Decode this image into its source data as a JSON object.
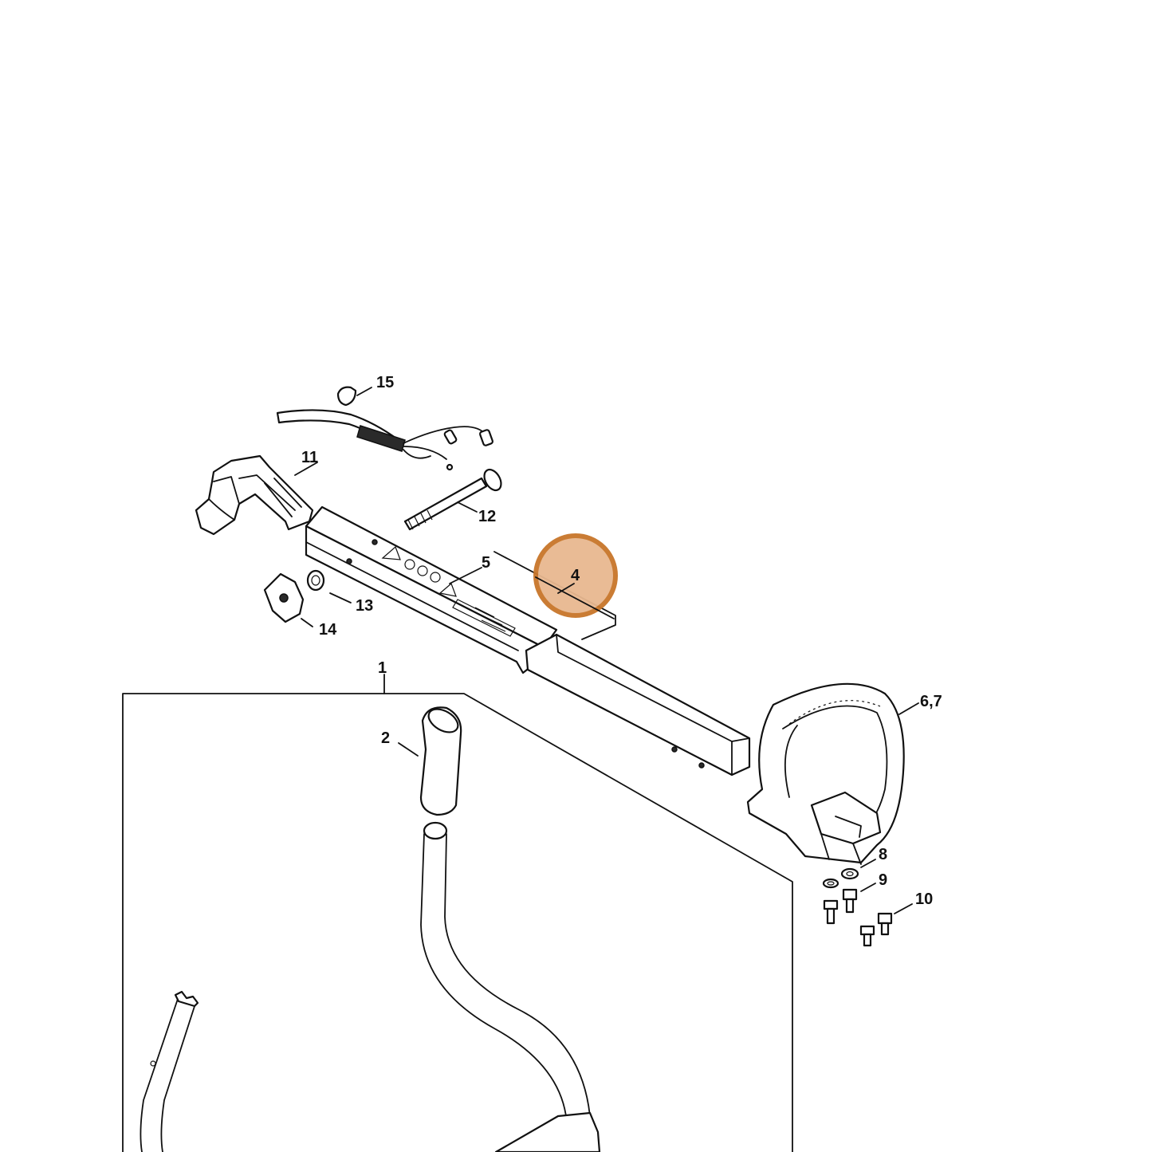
{
  "callouts": {
    "c1": "1",
    "c2": "2",
    "c4": "4",
    "c5": "5",
    "c67": "6,7",
    "c8": "8",
    "c9": "9",
    "c10": "10",
    "c11": "11",
    "c12": "12",
    "c13": "13",
    "c14": "14",
    "c15": "15"
  },
  "highlight": {
    "part": "4",
    "fill_color": "#e8b890",
    "ring_color": "#c8762a"
  }
}
